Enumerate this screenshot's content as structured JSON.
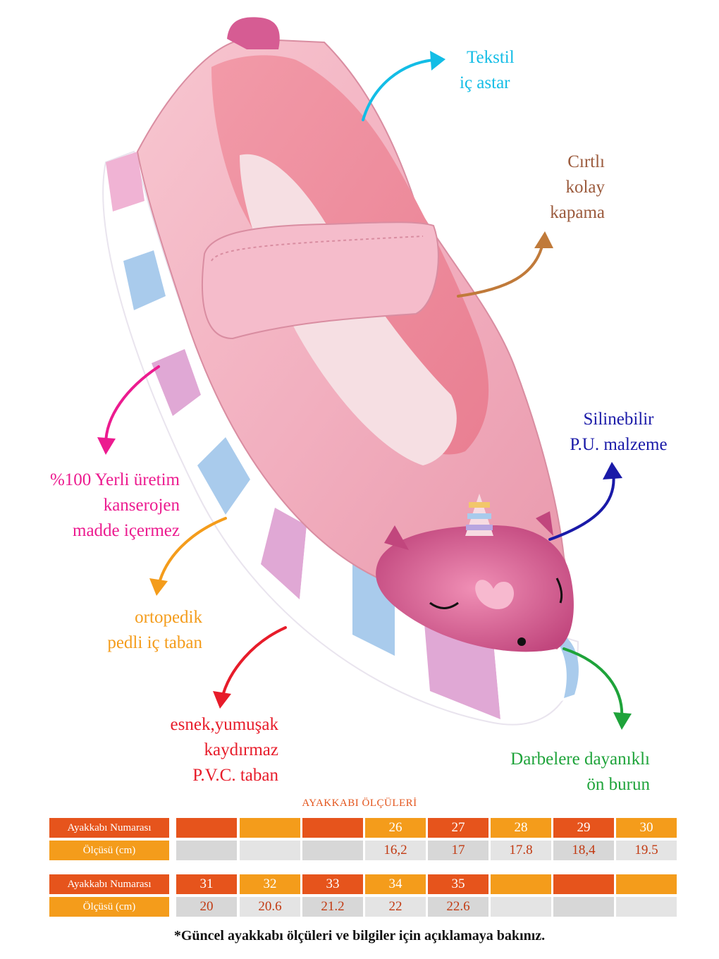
{
  "colors": {
    "cyan": "#13bde6",
    "brown": "#9b5a3c",
    "blue": "#1a1aa8",
    "magenta": "#ec1b8f",
    "orange": "#f49c1b",
    "red": "#e71c2a",
    "green": "#1ea33a",
    "table_dark": "#e6541c",
    "table_light": "#f49c1b",
    "table_gray": "#d7d7d7",
    "table_text": "#c23a12"
  },
  "callouts": {
    "tekstil": {
      "lines": [
        "Tekstil",
        "iç astar"
      ],
      "color": "#13bde6",
      "icon": "cyan-curved-arrow-icon"
    },
    "cirtli": {
      "lines": [
        "Cırtlı",
        "kolay",
        "kapama"
      ],
      "color": "#9b5a3c",
      "icon": "brown-curved-arrow-icon"
    },
    "silinebilir": {
      "lines": [
        "Silinebilir",
        "P.U. malzeme"
      ],
      "color": "#1a1aa8",
      "icon": "blue-curved-arrow-icon"
    },
    "yerli": {
      "lines": [
        "%100 Yerli üretim",
        "kanserojen",
        "madde içermez"
      ],
      "color": "#ec1b8f",
      "icon": "magenta-curved-arrow-icon"
    },
    "ortopedik": {
      "lines": [
        "ortopedik",
        "pedli iç taban"
      ],
      "color": "#f49c1b",
      "icon": "orange-curved-arrow-icon"
    },
    "esnek": {
      "lines": [
        "esnek,yumuşak",
        "kaydırmaz",
        "P.V.C. taban"
      ],
      "color": "#e71c2a",
      "icon": "red-curved-arrow-icon"
    },
    "darbelere": {
      "lines": [
        "Darbelere dayanıklı",
        "ön burun"
      ],
      "color": "#1ea33a",
      "icon": "green-curved-arrow-icon"
    }
  },
  "size_table": {
    "title": "AYAKKABI ÖLÇÜLERİ",
    "rows": [
      {
        "label": "Ayakkabı Numarası",
        "label_color": "#e6541c",
        "kind": "number",
        "cells": [
          "",
          "",
          "",
          "26",
          "27",
          "28",
          "29",
          "30"
        ],
        "cell_colors": [
          "#e6541c",
          "#f49c1b",
          "#e6541c",
          "#f49c1b",
          "#e6541c",
          "#f49c1b",
          "#e6541c",
          "#f49c1b"
        ]
      },
      {
        "label": "Ölçüsü (cm)",
        "label_color": "#f49c1b",
        "kind": "measure",
        "cells": [
          "",
          "",
          "",
          "16,2",
          "17",
          "17.8",
          "18,4",
          "19.5"
        ],
        "cell_colors": [
          "#d7d7d7",
          "#e4e4e4",
          "#d7d7d7",
          "#e4e4e4",
          "#d7d7d7",
          "#e4e4e4",
          "#d7d7d7",
          "#e4e4e4"
        ]
      },
      {
        "label": "Ayakkabı Numarası",
        "label_color": "#e6541c",
        "kind": "number",
        "cells": [
          "31",
          "32",
          "33",
          "34",
          "35",
          "",
          "",
          ""
        ],
        "cell_colors": [
          "#e6541c",
          "#f49c1b",
          "#e6541c",
          "#f49c1b",
          "#e6541c",
          "#f49c1b",
          "#e6541c",
          "#f49c1b"
        ]
      },
      {
        "label": "Ölçüsü (cm)",
        "label_color": "#f49c1b",
        "kind": "measure",
        "cells": [
          "20",
          "20.6",
          "21.2",
          "22",
          "22.6",
          "",
          "",
          ""
        ],
        "cell_colors": [
          "#d7d7d7",
          "#e4e4e4",
          "#d7d7d7",
          "#e4e4e4",
          "#d7d7d7",
          "#e4e4e4",
          "#d7d7d7",
          "#e4e4e4"
        ]
      }
    ]
  },
  "footnote": "*Güncel ayakkabı ölçüleri ve bilgiler için açıklamaya bakınız."
}
